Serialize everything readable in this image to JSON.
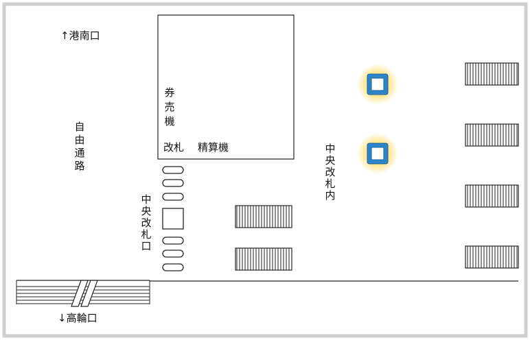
{
  "labels": {
    "north_exit": "↑港南口",
    "south_exit": "↓高輪口",
    "free_passage": "自由通路",
    "central_gate_outside": "中央改札口",
    "central_gate_inside": "中央改札内",
    "ticket_machine": "券売機",
    "gate": "改札",
    "fare_adjustment": "精算機"
  },
  "colors": {
    "frame": "#cfcfcf",
    "line": "#222222",
    "marker_fill": "#2e86c8",
    "marker_glow": "#ffe27a"
  },
  "icons": [
    "elevator-marker-icon",
    "stairs-icon",
    "ticket-gate-icon",
    "footbridge-icon"
  ]
}
